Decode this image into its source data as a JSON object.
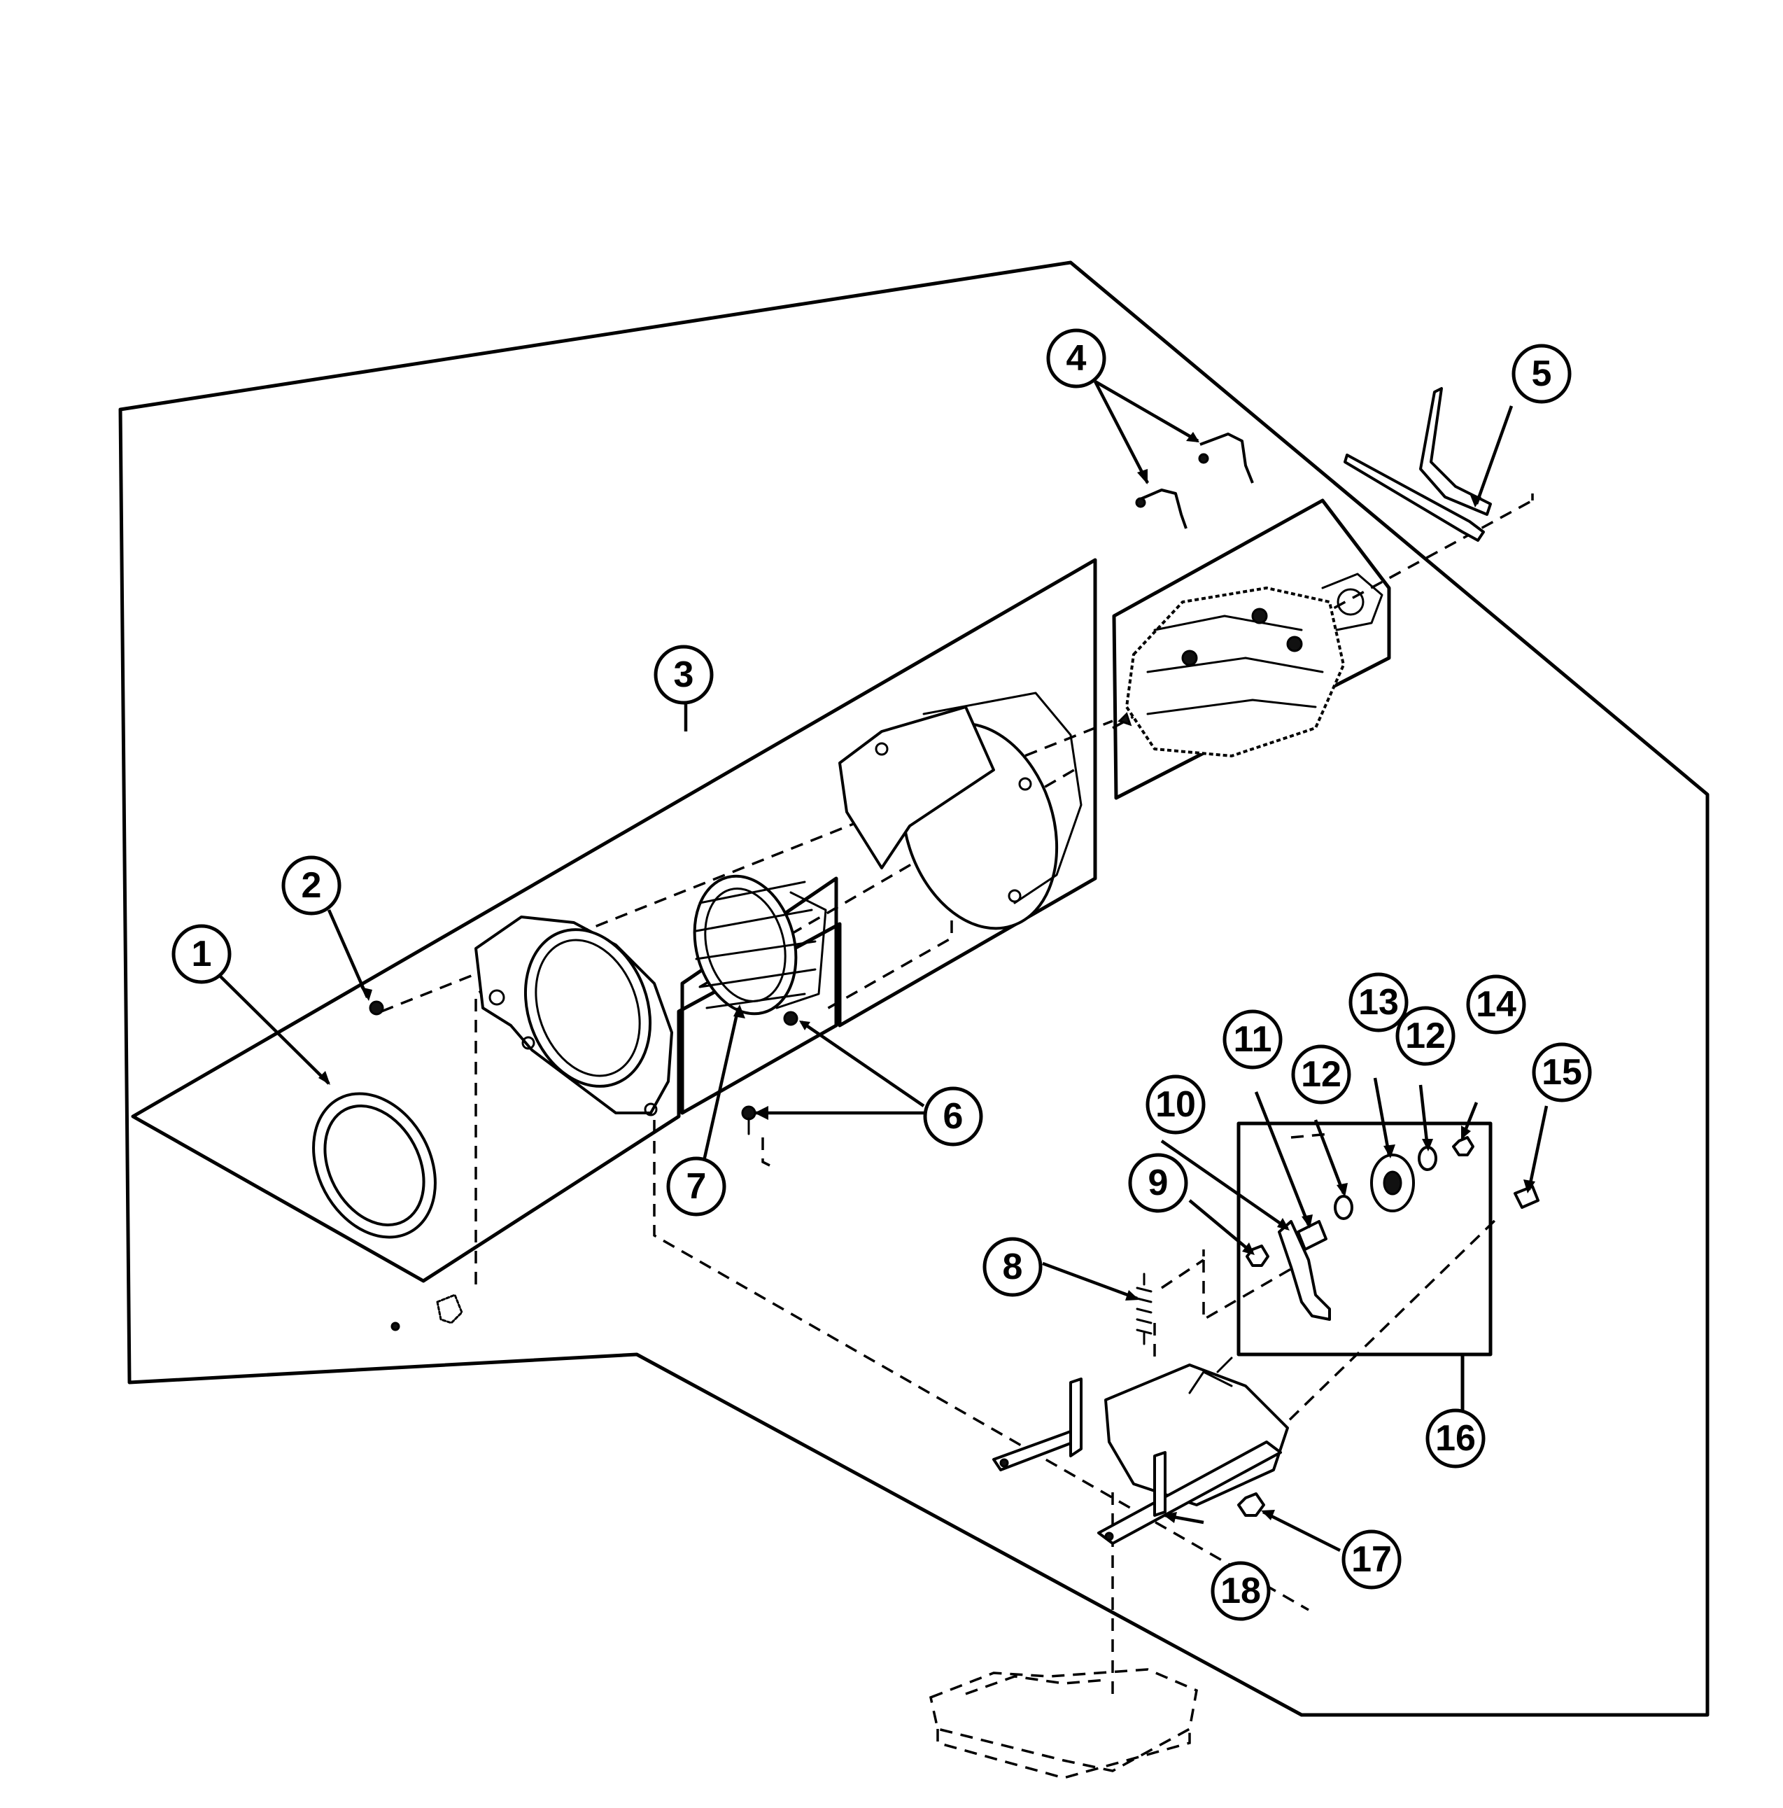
{
  "callouts": [
    {
      "id": "c1",
      "label": "1"
    },
    {
      "id": "c2",
      "label": "2"
    },
    {
      "id": "c3",
      "label": "3"
    },
    {
      "id": "c4",
      "label": "4"
    },
    {
      "id": "c5",
      "label": "5"
    },
    {
      "id": "c6",
      "label": "6"
    },
    {
      "id": "c7",
      "label": "7"
    },
    {
      "id": "c8",
      "label": "8"
    },
    {
      "id": "c9",
      "label": "9"
    },
    {
      "id": "c10",
      "label": "10"
    },
    {
      "id": "c11",
      "label": "11"
    },
    {
      "id": "c12a",
      "label": "12"
    },
    {
      "id": "c12b",
      "label": "12"
    },
    {
      "id": "c13",
      "label": "13"
    },
    {
      "id": "c14",
      "label": "14"
    },
    {
      "id": "c15",
      "label": "15"
    },
    {
      "id": "c16",
      "label": "16"
    },
    {
      "id": "c17",
      "label": "17"
    },
    {
      "id": "c18",
      "label": "18"
    }
  ]
}
